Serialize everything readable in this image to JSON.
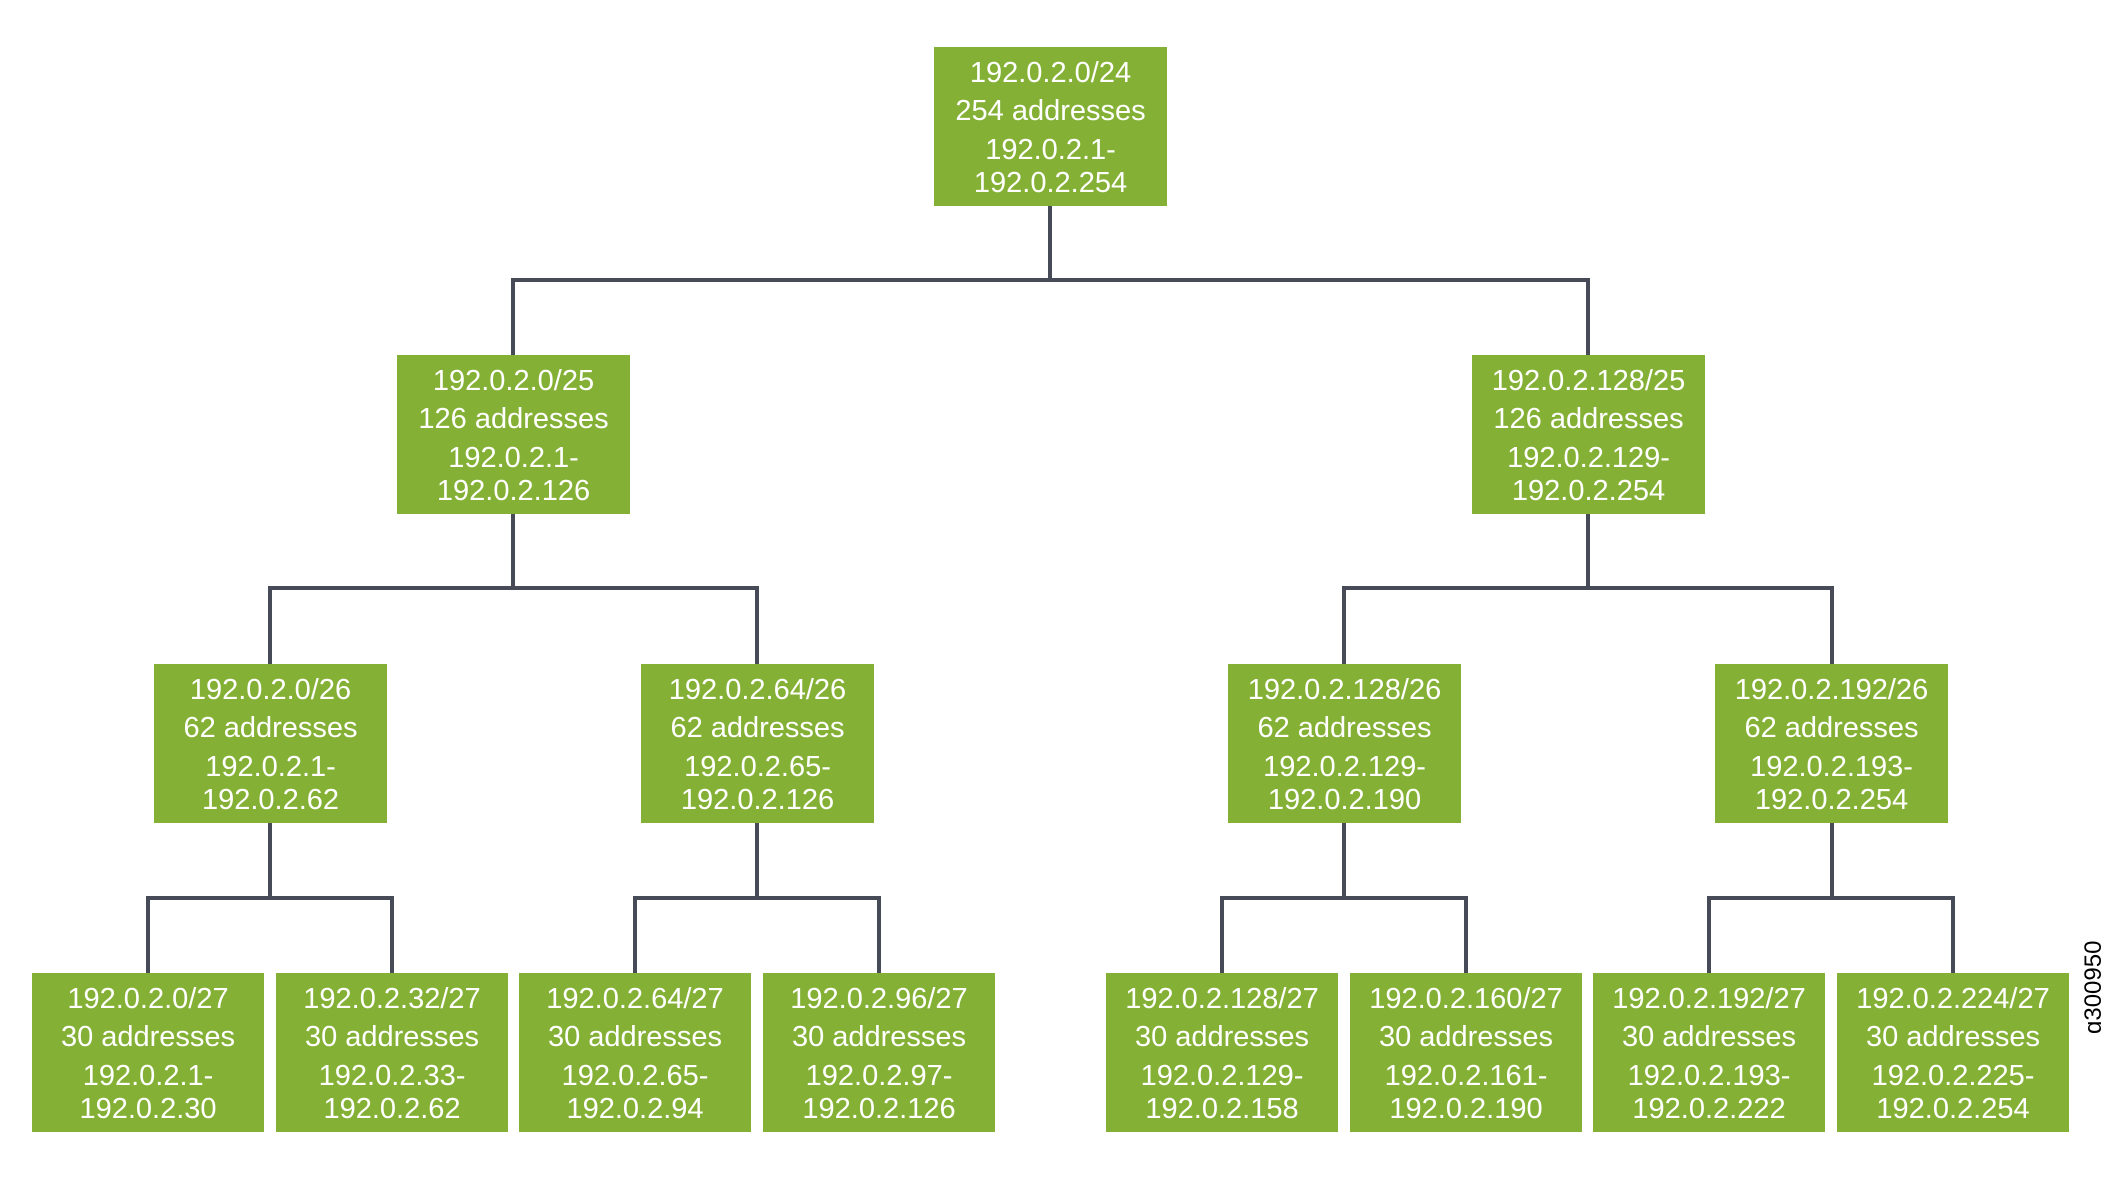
{
  "colors": {
    "node_fill": "#84b135",
    "node_text": "#ffffff",
    "connector": "#474b57"
  },
  "tree": {
    "root": {
      "cidr": "192.0.2.0/24",
      "count": "254 addresses",
      "range_start": "192.0.2.1-",
      "range_end": "192.0.2.254"
    },
    "level25": [
      {
        "cidr": "192.0.2.0/25",
        "count": "126 addresses",
        "range_start": "192.0.2.1-",
        "range_end": "192.0.2.126"
      },
      {
        "cidr": "192.0.2.128/25",
        "count": "126 addresses",
        "range_start": "192.0.2.129-",
        "range_end": "192.0.2.254"
      }
    ],
    "level26": [
      {
        "cidr": "192.0.2.0/26",
        "count": "62 addresses",
        "range_start": "192.0.2.1-",
        "range_end": "192.0.2.62"
      },
      {
        "cidr": "192.0.2.64/26",
        "count": "62 addresses",
        "range_start": "192.0.2.65-",
        "range_end": "192.0.2.126"
      },
      {
        "cidr": "192.0.2.128/26",
        "count": "62 addresses",
        "range_start": "192.0.2.129-",
        "range_end": "192.0.2.190"
      },
      {
        "cidr": "192.0.2.192/26",
        "count": "62 addresses",
        "range_start": "192.0.2.193-",
        "range_end": "192.0.2.254"
      }
    ],
    "level27": [
      {
        "cidr": "192.0.2.0/27",
        "count": "30 addresses",
        "range_start": "192.0.2.1-",
        "range_end": "192.0.2.30"
      },
      {
        "cidr": "192.0.2.32/27",
        "count": "30 addresses",
        "range_start": "192.0.2.33-",
        "range_end": "192.0.2.62"
      },
      {
        "cidr": "192.0.2.64/27",
        "count": "30 addresses",
        "range_start": "192.0.2.65-",
        "range_end": "192.0.2.94"
      },
      {
        "cidr": "192.0.2.96/27",
        "count": "30 addresses",
        "range_start": "192.0.2.97-",
        "range_end": "192.0.2.126"
      },
      {
        "cidr": "192.0.2.128/27",
        "count": "30 addresses",
        "range_start": "192.0.2.129-",
        "range_end": "192.0.2.158"
      },
      {
        "cidr": "192.0.2.160/27",
        "count": "30 addresses",
        "range_start": "192.0.2.161-",
        "range_end": "192.0.2.190"
      },
      {
        "cidr": "192.0.2.192/27",
        "count": "30 addresses",
        "range_start": "192.0.2.193-",
        "range_end": "192.0.2.222"
      },
      {
        "cidr": "192.0.2.224/27",
        "count": "30 addresses",
        "range_start": "192.0.2.225-",
        "range_end": "192.0.2.254"
      }
    ]
  },
  "figure_id": "g300950"
}
